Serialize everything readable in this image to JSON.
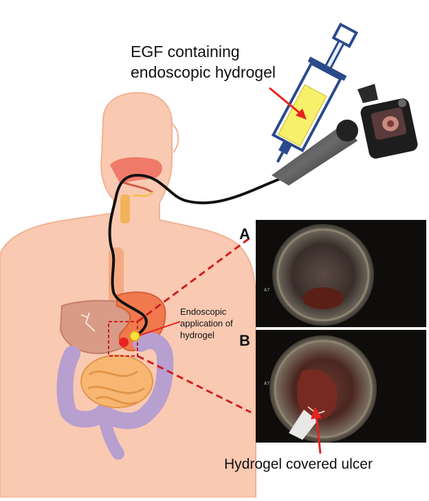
{
  "figure": {
    "syringe_label": "EGF containing\nendoscopic hydrogel",
    "application_label": "Endoscopic\napplication of\nhydrogel",
    "ulcer_label": "Hydrogel covered ulcer",
    "panel_a": "A",
    "panel_b": "B"
  },
  "colors": {
    "skin": "#f9c9b1",
    "organ_outline": "#e8a58a",
    "stomach": "#f07a4e",
    "liver": "#d99a86",
    "colon": "#b79fd0",
    "small_intestine": "#f7b772",
    "arrow": "#e8231f",
    "hydrogel": "#f7f06a",
    "scope_cable": "#111111"
  },
  "icons": {
    "syringe": "syringe-icon",
    "endoscope": "endoscope-icon"
  }
}
